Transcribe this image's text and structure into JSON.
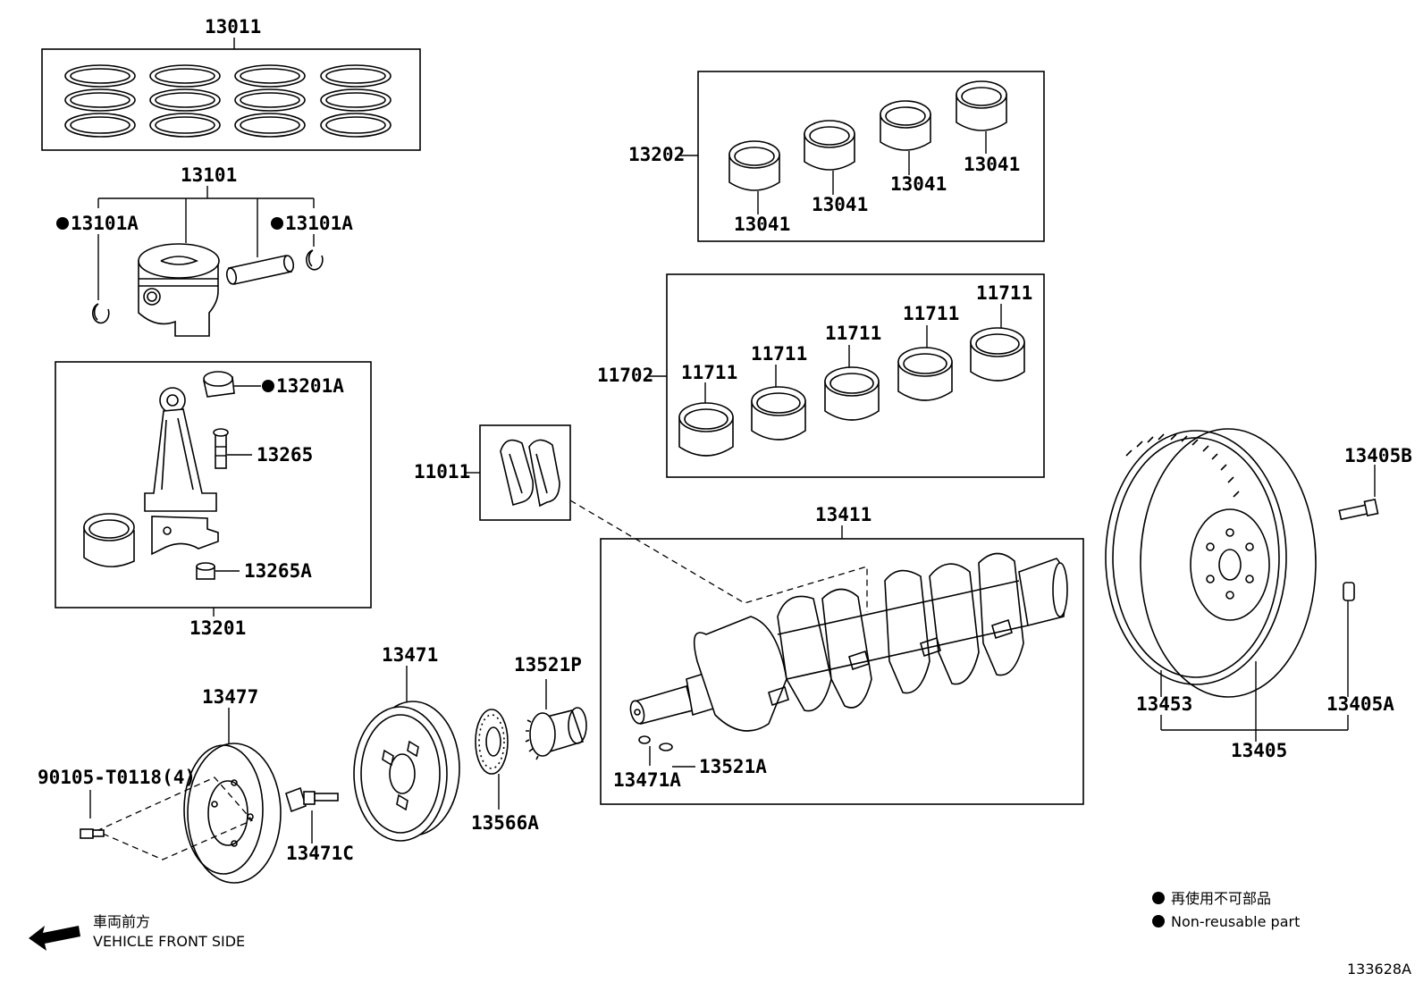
{
  "labels": {
    "p13011": "13011",
    "p13101": "13101",
    "p13101A_left": "13101A",
    "p13101A_right": "13101A",
    "p13201A": "13201A",
    "p13265": "13265",
    "p13265A": "13265A",
    "p13201": "13201",
    "p13202": "13202",
    "p13041_a": "13041",
    "p13041_b": "13041",
    "p13041_c": "13041",
    "p13041_d": "13041",
    "p11702": "11702",
    "p11711_a": "11711",
    "p11711_b": "11711",
    "p11711_c": "11711",
    "p11711_d": "11711",
    "p11711_e": "11711",
    "p11011": "11011",
    "p13411": "13411",
    "p13405B": "13405B",
    "p13453": "13453",
    "p13405A": "13405A",
    "p13405": "13405",
    "p13477": "13477",
    "p90105": "90105-T0118(4)",
    "p13471": "13471",
    "p13471C": "13471C",
    "p13521P": "13521P",
    "p13566A": "13566A",
    "p13471A": "13471A",
    "p13521A": "13521A"
  },
  "legend": {
    "item_jp": "再使用不可部品",
    "item_en": "Non-reusable part"
  },
  "direction": {
    "jp": "車両前方",
    "en": "VEHICLE FRONT SIDE"
  },
  "figure_id": "133628A",
  "icons": {
    "non_reusable_marker": "filled-circle-icon",
    "front_arrow": "arrow-left-icon"
  }
}
